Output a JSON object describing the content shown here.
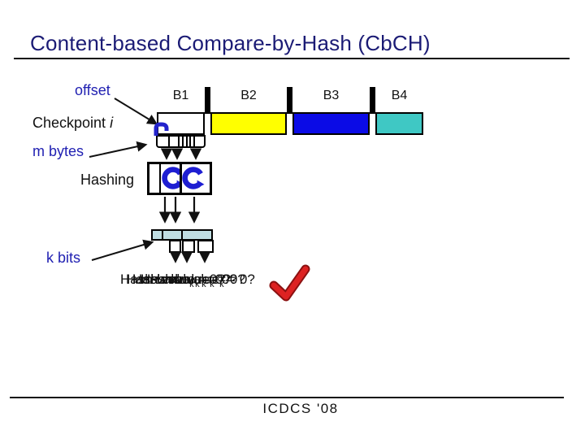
{
  "title": "Content-based Compare-by-Hash (CbCH)",
  "footer": "ICDCS '08",
  "labels": {
    "offset": "offset",
    "checkpoint": "Checkpoint ",
    "checkpoint_var": "i",
    "m_bytes": "m bytes",
    "hashing": "Hashing",
    "k_bits": "k bits"
  },
  "blocks": [
    {
      "label": "B1"
    },
    {
      "label": "B2"
    },
    {
      "label": "B3"
    },
    {
      "label": "B4"
    }
  ],
  "hash_query": {
    "prefix": "Hash value",
    "subscript": "k",
    "suffix": " = 0?"
  },
  "icons": {
    "hashing_icon": "rotate-arrow",
    "result_icon": "checkmark",
    "checkmark_glyph": "✓"
  },
  "colors": {
    "title": "#1B1B75",
    "label_blue": "#2121B2",
    "block_b1": "#FFFFFF",
    "block_b2": "#FFFF00",
    "block_b3": "#0B0BE6",
    "block_b4": "#3FC8C4",
    "kbits_fill": "#BFDDE2",
    "rotate_icon": "#1E1ED2",
    "bracket": "#2323CC",
    "check_main": "#DD2222",
    "check_outline": "#8B1111"
  }
}
